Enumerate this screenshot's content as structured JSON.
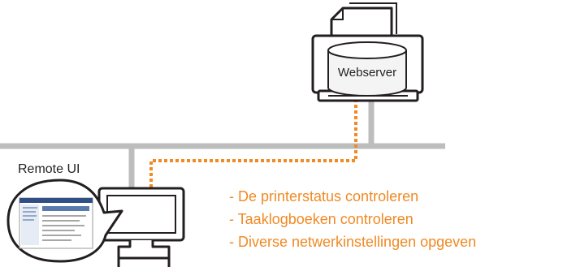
{
  "server_label": "Webserver",
  "client_label": "Remote UI",
  "features": [
    "- De printerstatus controleren",
    "- Taaklogboeken controleren",
    "- Diverse netwerkinstellingen opgeven"
  ],
  "colors": {
    "network_line": "#bdbdbd",
    "outline": "#231f20",
    "accent_orange": "#f08a24",
    "screen_blue": "#2f4f86",
    "background": "#ffffff"
  },
  "icons": {
    "server": "printer-icon",
    "database": "database-icon",
    "client": "computer-monitor-icon"
  }
}
